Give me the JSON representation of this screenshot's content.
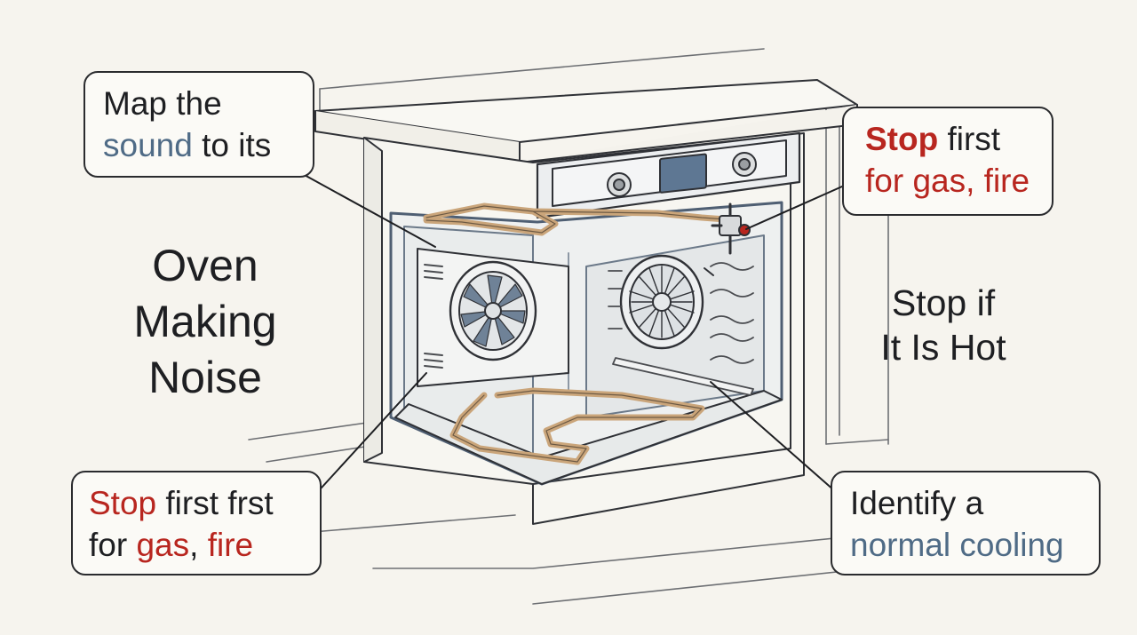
{
  "title": {
    "line1": "Oven",
    "line2": "Making",
    "line3": "Noise"
  },
  "side_note": {
    "line1": "Stop if",
    "line2": "It Is Hot"
  },
  "callouts": {
    "top_left": {
      "line1": "Map the",
      "line2_highlight": "sound",
      "line2_rest": " to its"
    },
    "top_right": {
      "line1_highlight": "Stop",
      "line1_rest": " first",
      "line2_highlight": "for gas, fire"
    },
    "bottom_left": {
      "line1_highlight": "Stop",
      "line1_rest": " first frst",
      "line2_start": "for ",
      "line2_highlight1": "gas",
      "line2_sep": ", ",
      "line2_highlight2": "fire"
    },
    "bottom_right": {
      "line1": "Identify a",
      "line2_highlight": "normal cooling"
    }
  },
  "colors": {
    "background": "#f6f4ee",
    "outline": "#2a2b2e",
    "warning_red": "#b8261f",
    "accent_blue": "#4f6b86",
    "heating_element": "#d6a36a",
    "oven_cavity": "#eef0f0"
  },
  "icons": {
    "fan": "fan-icon",
    "gas_valve": "gas-valve-icon",
    "heating_element": "heating-element-icon"
  }
}
